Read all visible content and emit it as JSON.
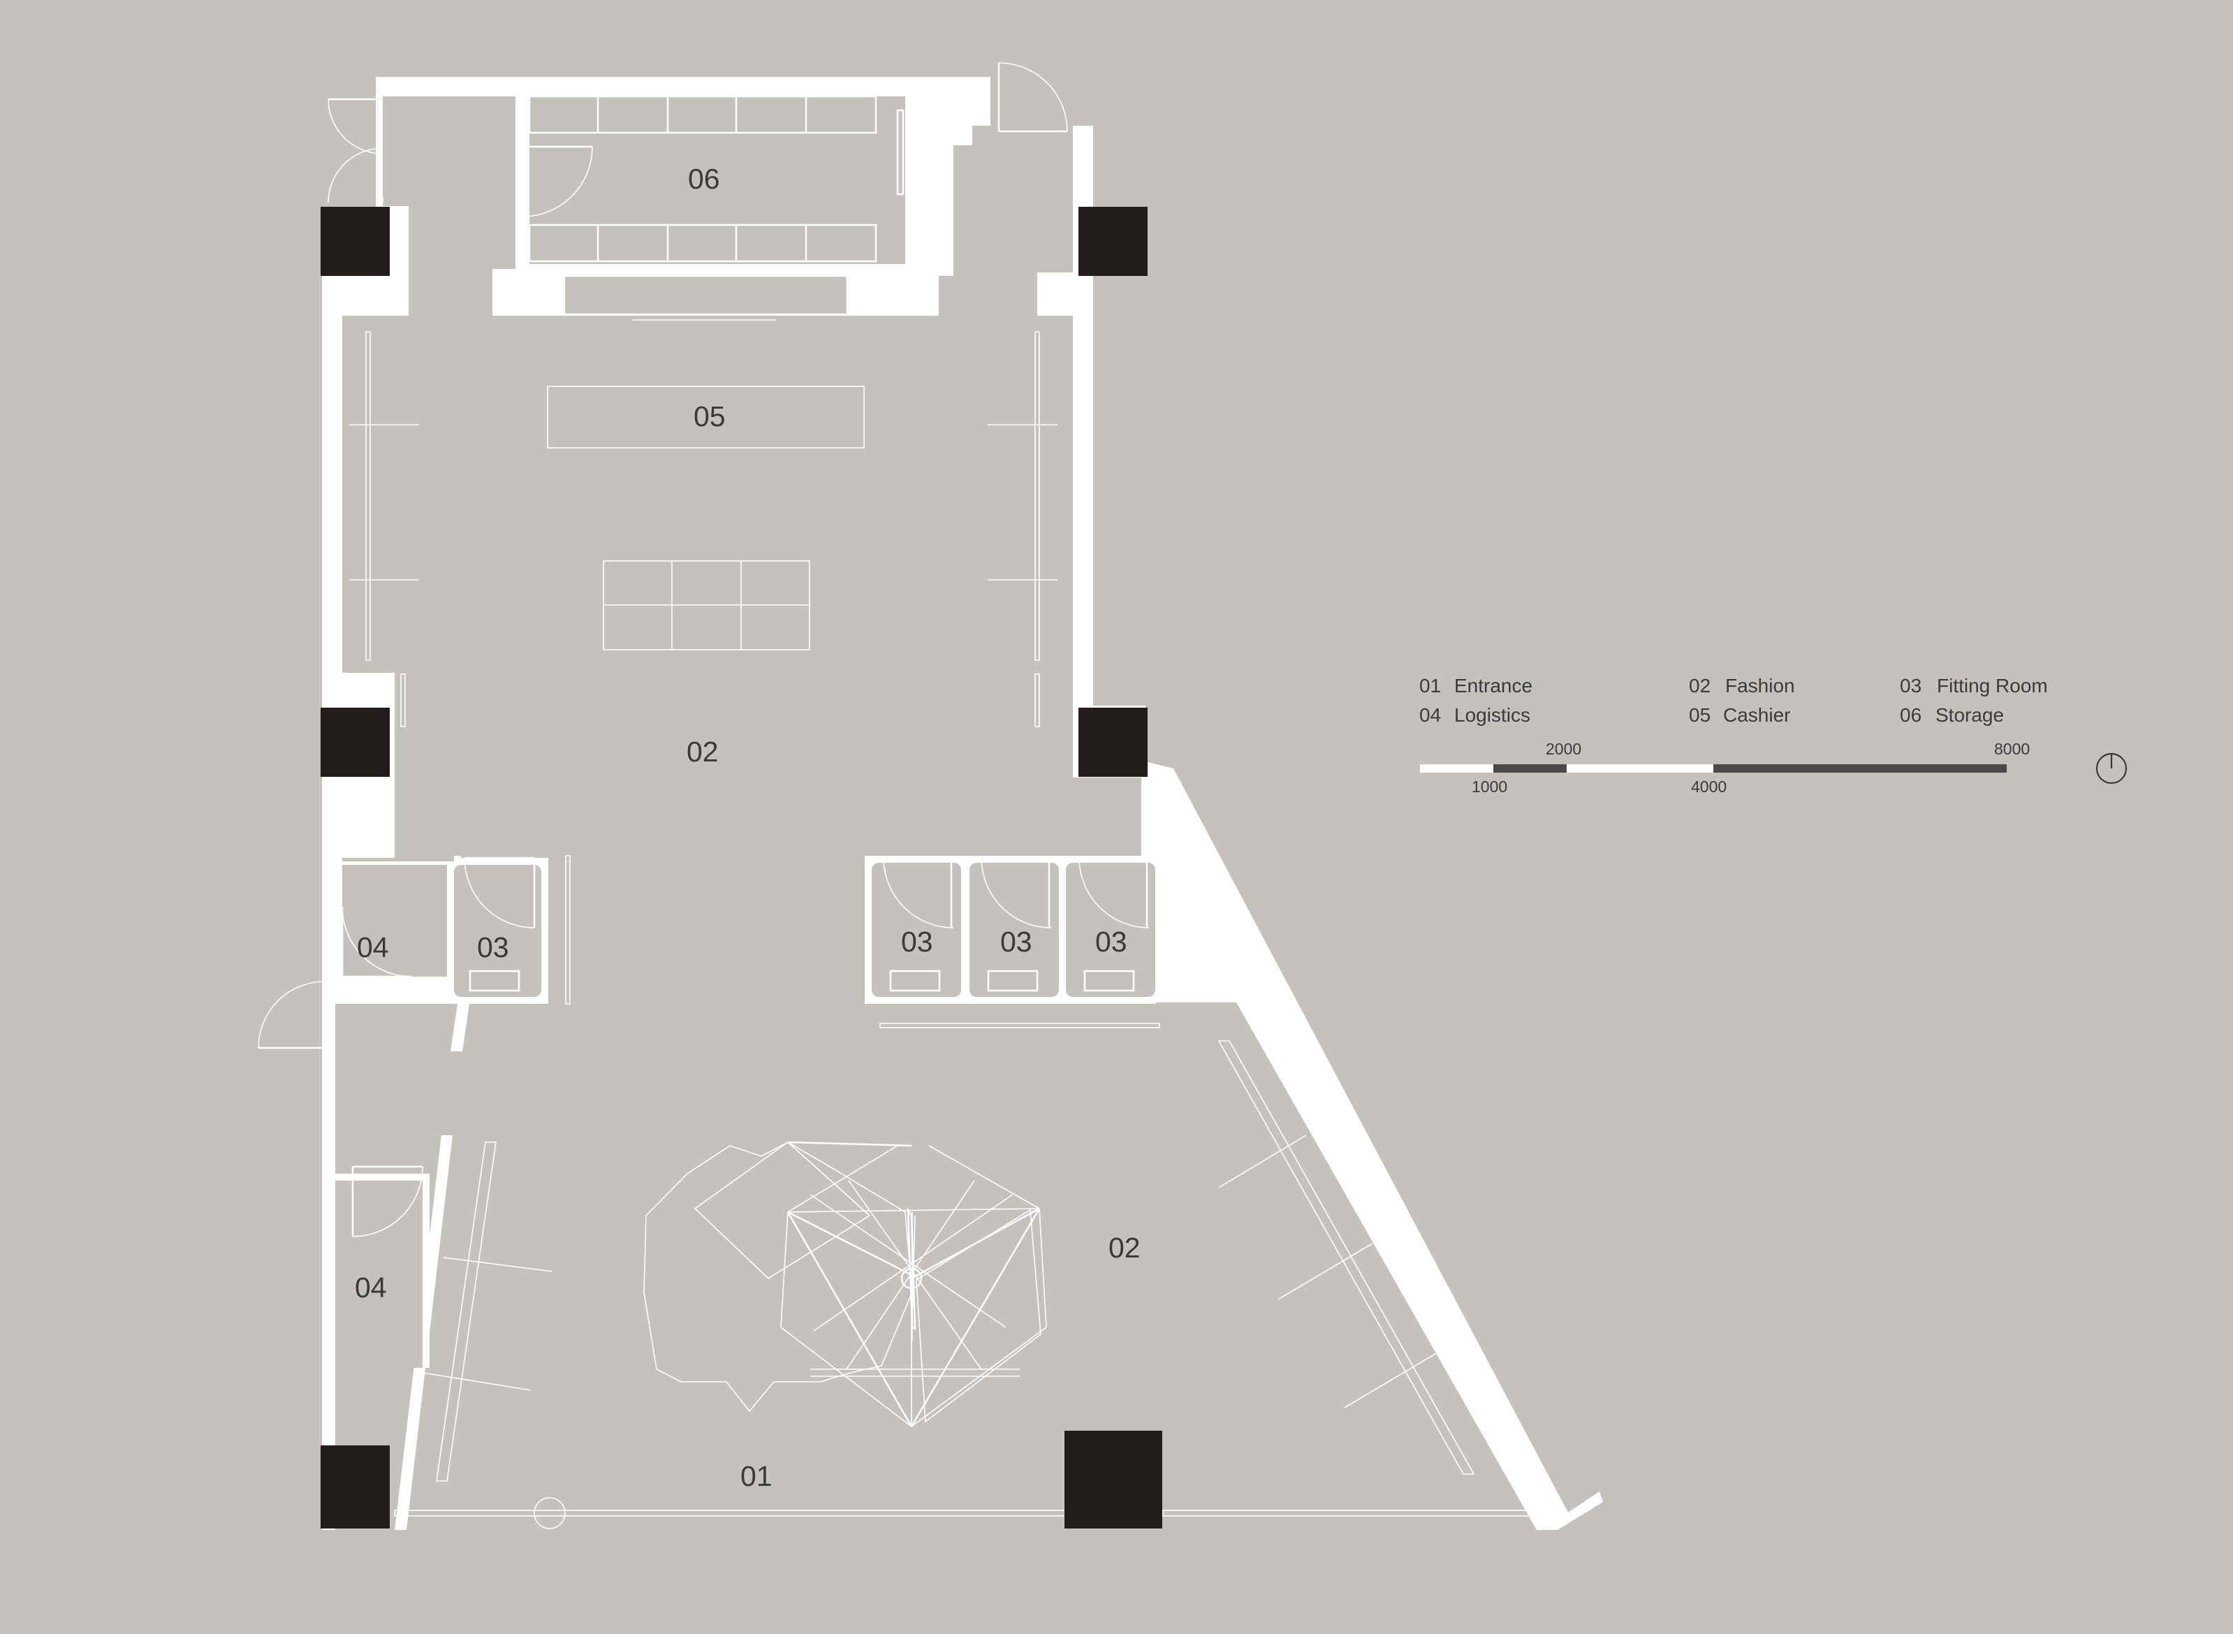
{
  "rooms": {
    "storage": "06",
    "cashier": "05",
    "fashion_upper": "02",
    "fashion_lower": "02",
    "fitting_1": "03",
    "fitting_2": "03",
    "fitting_3": "03",
    "fitting_4": "03",
    "logistics_upper": "04",
    "logistics_lower": "04",
    "entrance": "01"
  },
  "legend": {
    "items": [
      {
        "number": "01",
        "name": "Entrance"
      },
      {
        "number": "02",
        "name": "Fashion"
      },
      {
        "number": "03",
        "name": "Fitting Room"
      },
      {
        "number": "04",
        "name": "Logistics"
      },
      {
        "number": "05",
        "name": "Cashier"
      },
      {
        "number": "06",
        "name": "Storage"
      }
    ]
  },
  "scale_bar": {
    "labels_top": [
      "2000",
      "8000"
    ],
    "labels_bottom": [
      "1000",
      "4000"
    ]
  },
  "colors": {
    "background": "#c5c2be",
    "wall": "#ffffff",
    "column": "#221c1b",
    "text": "#3a3a3a",
    "scale_dark": "#4a4a4a"
  },
  "icons": {
    "north": "north-arrow-icon"
  }
}
